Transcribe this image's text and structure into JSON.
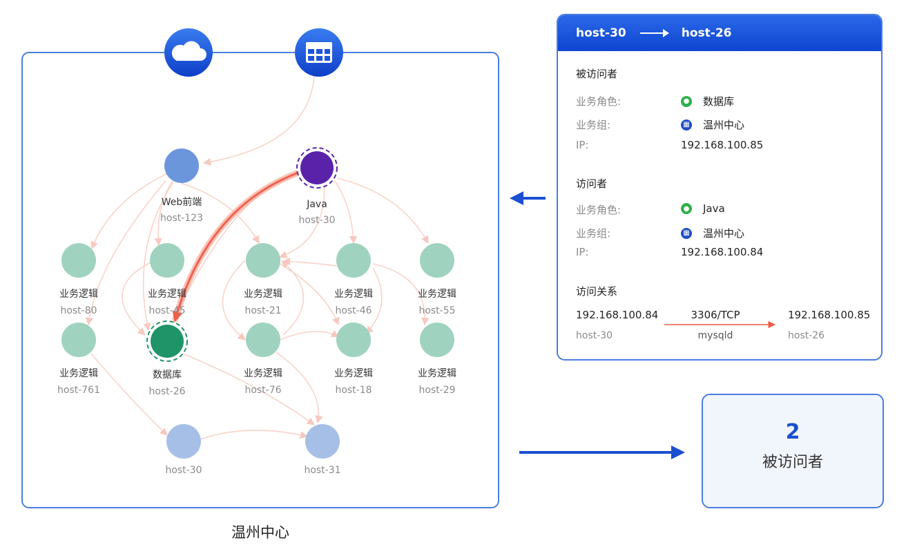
{
  "graph": {
    "region_label": "温州中心",
    "nodes": [
      {
        "id": "web",
        "label": "Web前端",
        "host": "host-123",
        "type": "frontend"
      },
      {
        "id": "java",
        "label": "Java",
        "host": "host-30",
        "type": "java"
      },
      {
        "id": "h80",
        "label": "业务逻辑",
        "host": "host-80",
        "type": "logic"
      },
      {
        "id": "h45",
        "label": "业务逻辑",
        "host": "host-45",
        "type": "logic"
      },
      {
        "id": "h21",
        "label": "业务逻辑",
        "host": "host-21",
        "type": "logic"
      },
      {
        "id": "h46",
        "label": "业务逻辑",
        "host": "host-46",
        "type": "logic"
      },
      {
        "id": "h55",
        "label": "业务逻辑",
        "host": "host-55",
        "type": "logic"
      },
      {
        "id": "h761",
        "label": "业务逻辑",
        "host": "host-761",
        "type": "logic"
      },
      {
        "id": "h26",
        "label": "数据库",
        "host": "host-26",
        "type": "database"
      },
      {
        "id": "h76",
        "label": "业务逻辑",
        "host": "host-76",
        "type": "logic"
      },
      {
        "id": "h18",
        "label": "业务逻辑",
        "host": "host-18",
        "type": "logic"
      },
      {
        "id": "h29",
        "label": "业务逻辑",
        "host": "host-29",
        "type": "logic"
      },
      {
        "id": "hb30",
        "label": "",
        "host": "host-30",
        "type": "external"
      },
      {
        "id": "hb31",
        "label": "",
        "host": "host-31",
        "type": "external"
      }
    ],
    "top_icons": [
      {
        "name": "cloud-icon"
      },
      {
        "name": "table-icon"
      }
    ],
    "highlight_edge": {
      "from": "java",
      "to": "h26"
    },
    "colors": {
      "frontend": "#6b96dc",
      "java": "#5a22a8",
      "logic": "#9fd3bf",
      "database": "#1f9468",
      "external": "#a6bfe6",
      "edge": "#f6c9bf",
      "highlight": "#f0614c",
      "border": "#4a7de0"
    }
  },
  "panel": {
    "from_host": "host-30",
    "to_host": "host-26",
    "visited": {
      "title": "被访问者",
      "role_label": "业务角色:",
      "role_value": "数据库",
      "group_label": "业务组:",
      "group_value": "温州中心",
      "ip_label": "IP:",
      "ip_value": "192.168.100.85"
    },
    "visitor": {
      "title": "访问者",
      "role_label": "业务角色:",
      "role_value": "Java",
      "group_label": "业务组:",
      "group_value": "温州中心",
      "ip_label": "IP:",
      "ip_value": "192.168.100.84"
    },
    "relation": {
      "title": "访问关系",
      "src_ip": "192.168.100.84",
      "src_host": "host-30",
      "port": "3306/TCP",
      "process": "mysqld",
      "dst_ip": "192.168.100.85",
      "dst_host": "host-26"
    }
  },
  "summary": {
    "count": "2",
    "label": "被访问者"
  }
}
